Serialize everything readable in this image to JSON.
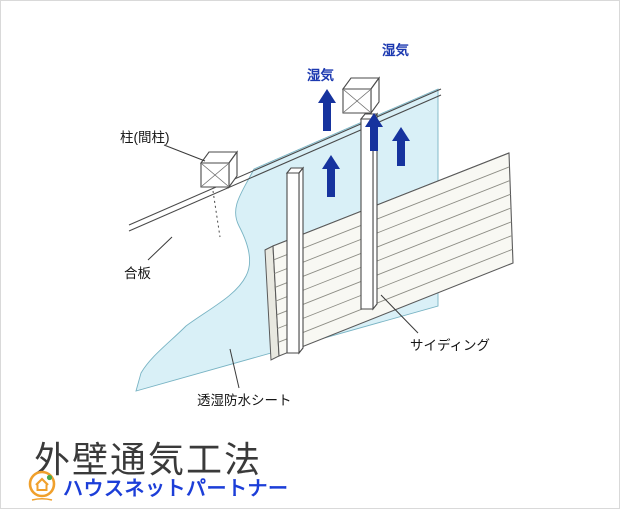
{
  "diagram": {
    "labels": {
      "moisture_left": "湿気",
      "moisture_right": "湿気",
      "pillar": "柱(間柱)",
      "plywood": "合板",
      "sheet": "透湿防水シート",
      "siding": "サイディング"
    },
    "colors": {
      "sheet_fill": "#d9f0f7",
      "arrow": "#16339e",
      "moisture_text": "#1c39b0",
      "line": "#4a4a4a",
      "siding_fill": "#f8f8f3",
      "brand_blue": "#1c3ed8"
    }
  },
  "footer": {
    "title": "外壁通気工法",
    "brand_name": "ハウスネットパートナー"
  }
}
